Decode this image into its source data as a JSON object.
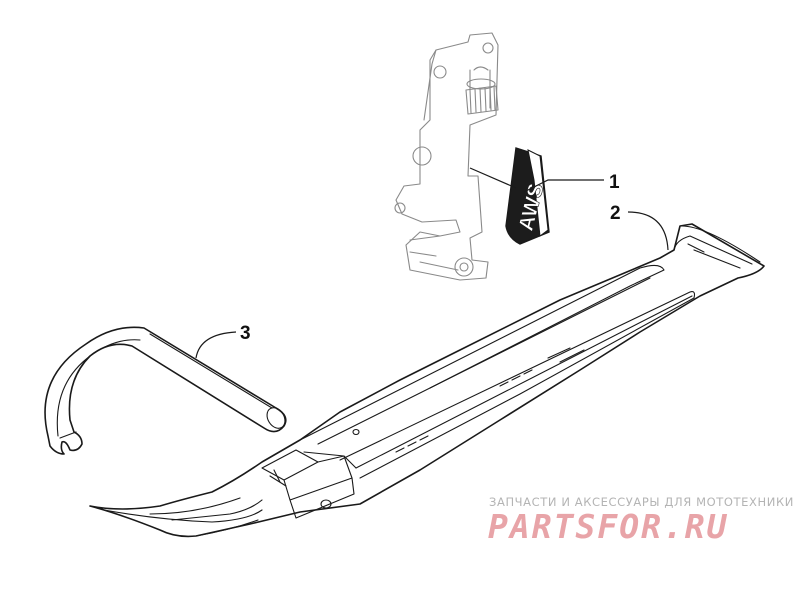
{
  "callouts": [
    {
      "id": "1",
      "label": "1"
    },
    {
      "id": "2",
      "label": "2"
    },
    {
      "id": "3",
      "label": "3"
    }
  ],
  "decal_text": "AWS",
  "watermark": {
    "caption": "ЗАПЧАСТИ И АКСЕССУАРЫ ДЛЯ МОТОТЕХНИКИ",
    "logo": "PARTSFOR.RU",
    "caption_color": "#b4b4b4",
    "logo_color": "#e8a4a8"
  },
  "colors": {
    "ink": "#1a1a1a",
    "background": "#ffffff"
  }
}
